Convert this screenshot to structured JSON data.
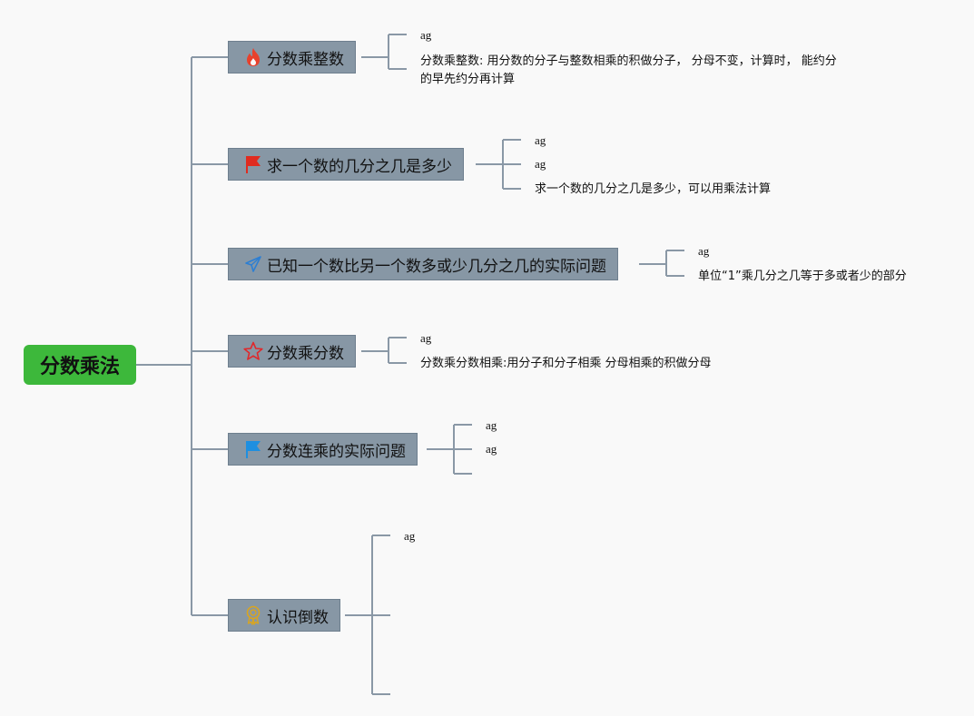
{
  "root": {
    "label": "分数乘法"
  },
  "branches": [
    {
      "label": "分数乘整数",
      "icon": "fire-icon",
      "leaves": [
        "ag",
        "分数乘整数: 用分数的分子与整数相乘的积做分子， 分母不变，计算时， 能约分",
        "的早先约分再计算"
      ]
    },
    {
      "label": "求一个数的几分之几是多少",
      "icon": "red-flag-icon",
      "leaves": [
        "ag",
        "ag",
        "求一个数的几分之几是多少，可以用乘法计算"
      ]
    },
    {
      "label": "已知一个数比另一个数多或少几分之几的实际问题",
      "icon": "paper-plane-icon",
      "leaves": [
        "ag",
        "单位“1”乘几分之几等于多或者少的部分"
      ]
    },
    {
      "label": "分数乘分数",
      "icon": "star-icon",
      "leaves": [
        "ag",
        "分数乘分数相乘:用分子和分子相乘 分母相乘的积做分母"
      ]
    },
    {
      "label": "分数连乘的实际问题",
      "icon": "blue-flag-icon",
      "leaves": [
        "ag",
        "ag"
      ]
    },
    {
      "label": "认识倒数",
      "icon": "medal-icon",
      "leaves": [
        "ag"
      ]
    }
  ],
  "colors": {
    "root_fill": "#3db83b",
    "branch_fill": "#8797a5",
    "connector": "#8a98a6",
    "background": "#f9f9f9"
  }
}
